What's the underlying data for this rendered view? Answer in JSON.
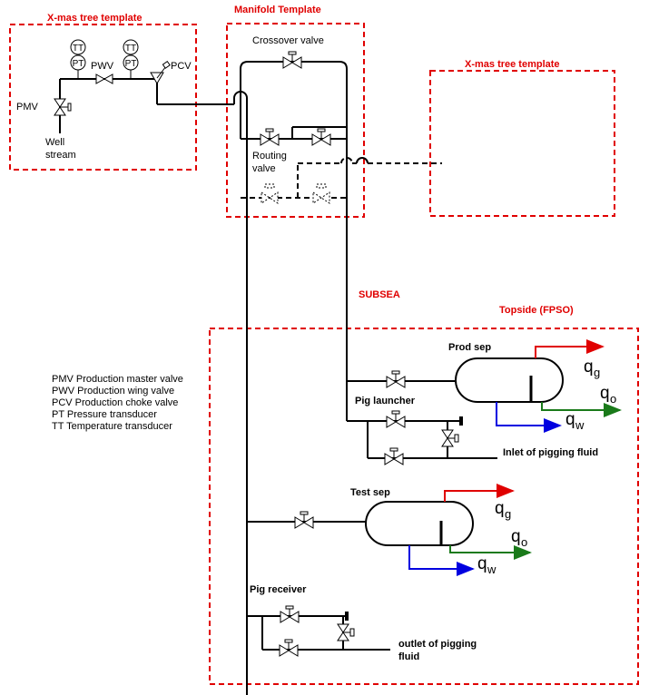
{
  "templates": {
    "xmas_left": "X-mas tree template",
    "manifold": "Manifold Template",
    "xmas_right": "X-mas tree template",
    "topside": "Topside (FPSO)",
    "subsea": "SUBSEA"
  },
  "labels": {
    "tt1": "TT",
    "pt1": "PT",
    "tt2": "TT",
    "pt2": "PT",
    "pwv": "PWV",
    "pcv": "PCV",
    "pmv": "PMV",
    "well_line1": "Well",
    "well_line2": "stream",
    "crossover": "Crossover valve",
    "routing_line1": "Routing",
    "routing_line2": "valve",
    "prod_sep": "Prod sep",
    "pig_launcher": "Pig launcher",
    "inlet_pigging": "Inlet of pigging fluid",
    "test_sep": "Test sep",
    "pig_receiver": "Pig receiver",
    "outlet_line1": "outlet of pigging",
    "outlet_line2": "fluid"
  },
  "flows": {
    "q": "q",
    "g": "g",
    "o": "o",
    "w": "w"
  },
  "legend": [
    "PMV  Production master valve",
    "PWV Production wing valve",
    "PCV Production choke valve",
    "PT Pressure transducer",
    "TT Temperature transducer"
  ],
  "colors": {
    "template_border": "#e00000",
    "gas": "#e00000",
    "oil": "#1a7a1a",
    "water": "#0000e0",
    "line": "#000000"
  }
}
